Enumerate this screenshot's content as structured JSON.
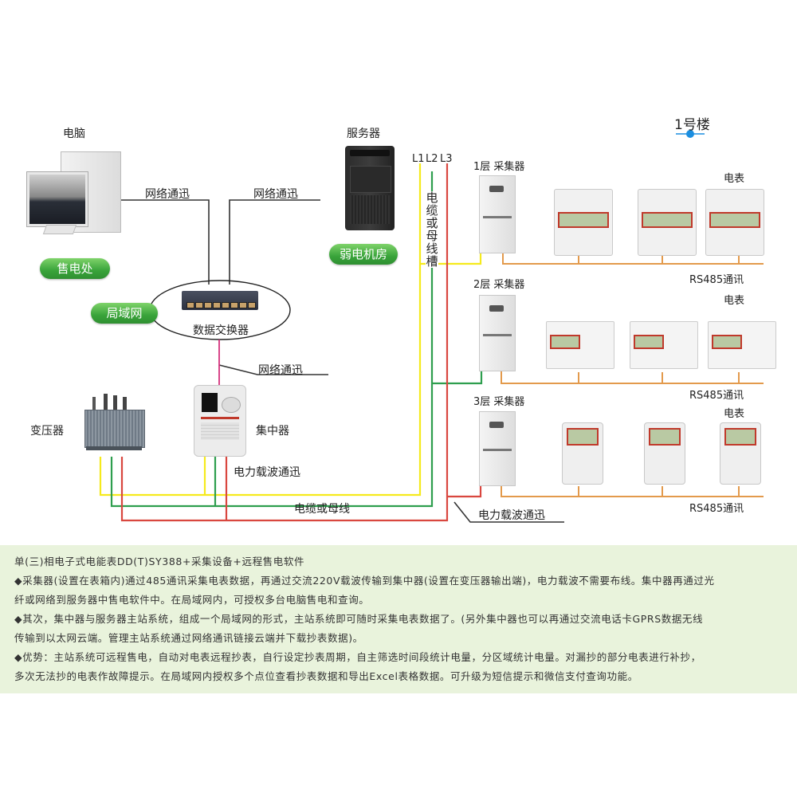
{
  "diagram": {
    "building_title": "1号楼",
    "pc": {
      "label": "电脑",
      "badge": "售电处"
    },
    "server": {
      "label": "服务器",
      "badge": "弱电机房"
    },
    "switch": {
      "label": "数据交换器",
      "badge": "局域网"
    },
    "network_labels": [
      "网络通迅",
      "网络通迅",
      "网络通迅"
    ],
    "transformer": {
      "label": "变压器"
    },
    "concentrator": {
      "label": "集中器",
      "link_label": "电力载波通迅"
    },
    "phase_labels": [
      "L1",
      "L2",
      "L3"
    ],
    "cable_vertical_label": "电缆或母线槽",
    "cable_horizontal_label": "电缆或母线",
    "plc_label": "电力载波通迅",
    "floors": [
      {
        "collector_label": "1层  采集器",
        "meters_label": "电表",
        "bus_label": "RS485通讯",
        "meter_count": 3
      },
      {
        "collector_label": "2层  采集器",
        "meters_label": "电表",
        "bus_label": "RS485通讯",
        "meter_count": 3
      },
      {
        "collector_label": "3层  采集器",
        "meters_label": "电表",
        "bus_label": "RS485通讯",
        "meter_count": 3
      }
    ],
    "colors": {
      "phase_l1": "#f5ea1c",
      "phase_l2": "#2e9e4e",
      "phase_l3": "#d9473f",
      "rs485": "#e39a4c",
      "network": "#333333",
      "switch_link": "#d4307c",
      "badge_green": "#3fa63c",
      "building_marker": "#1b8ee0"
    }
  },
  "description": {
    "title": "单(三)相电子式电能表DD(T)SY388+采集设备+远程售电软件",
    "lines": [
      "◆采集器(设置在表箱内)通过485通讯采集电表数据，再通过交流220V载波传输到集中器(设置在变压器输出端)，电力载波不需要布线。集中器再通过光",
      "纤或网络到服务器中售电软件中。在局域网内，可授权多台电脑售电和查询。",
      "◆其次，集中器与服务器主站系统，组成一个局域网的形式，主站系统即可随时采集电表数据了。(另外集中器也可以再通过交流电话卡GPRS数据无线",
      "传输到以太网云端。管理主站系统通过网络通讯链接云端并下载抄表数据)。",
      "◆优势：主站系统可远程售电，自动对电表远程抄表，自行设定抄表周期，自主筛选时间段统计电量，分区域统计电量。对漏抄的部分电表进行补抄，",
      "多次无法抄的电表作故障提示。在局域网内授权多个点位查看抄表数据和导出Excel表格数据。可升级为短信提示和微信支付查询功能。"
    ]
  }
}
